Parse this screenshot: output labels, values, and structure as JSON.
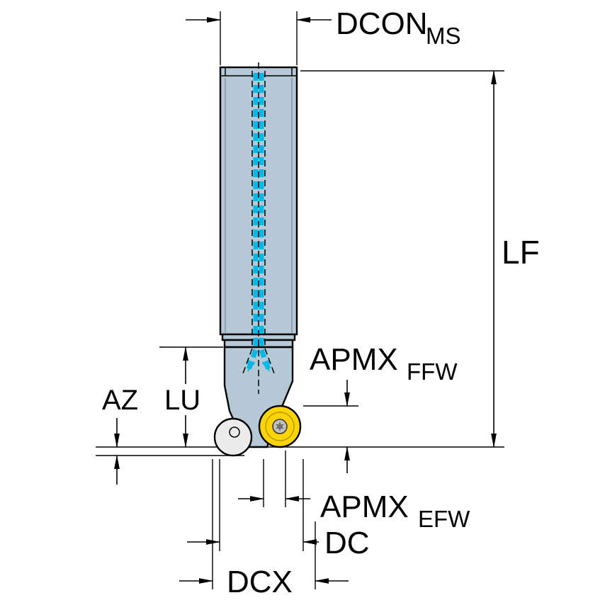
{
  "labels": {
    "dcon": "DCON",
    "dcon_sub": "MS",
    "lf": "LF",
    "apmx_ffw": "APMX",
    "apmx_ffw_sub": "FFW",
    "az": "AZ",
    "lu": "LU",
    "apmx_efw": "APMX",
    "apmx_efw_sub": "EFW",
    "dc": "DC",
    "dcx": "DCX"
  },
  "colors": {
    "background": "#ffffff",
    "tool_body": "#b5c8d5",
    "insert_yellow": "#ffd400",
    "insert_ring": "#b89a00",
    "insert_side_gray": "#ececec",
    "screw_gray": "#c2c2c2",
    "torx_gray": "#6f6f6f",
    "coolant_cyan": "#00b9e8",
    "line_black": "#000000"
  }
}
